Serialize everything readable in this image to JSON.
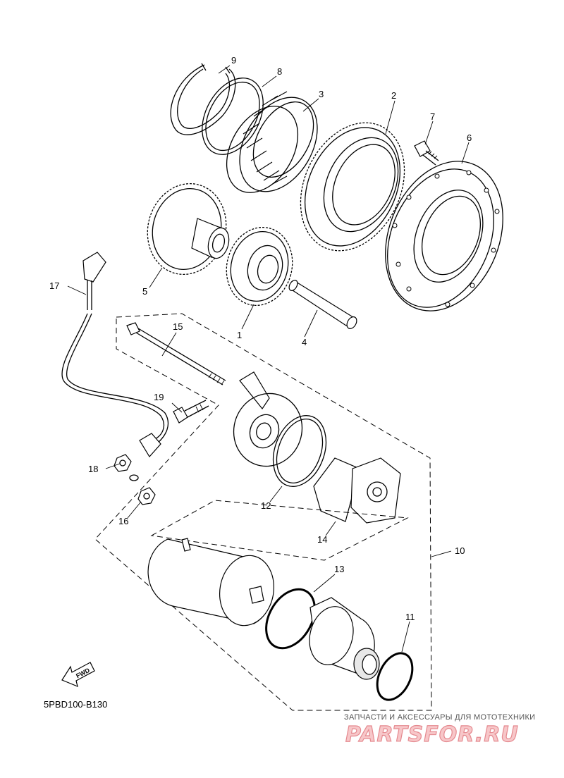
{
  "diagram_code": "5PBD100-B130",
  "fwd_label": "FWD",
  "watermark": {
    "tagline": "ЗАПЧАСТИ И АКСЕССУАРЫ ДЛЯ МОТОТЕХНИКИ",
    "brand": "PARTSFOR.RU"
  },
  "callouts": [
    {
      "id": "1",
      "label": "1"
    },
    {
      "id": "2",
      "label": "2"
    },
    {
      "id": "3",
      "label": "3"
    },
    {
      "id": "4",
      "label": "4"
    },
    {
      "id": "5",
      "label": "5"
    },
    {
      "id": "6",
      "label": "6"
    },
    {
      "id": "7",
      "label": "7"
    },
    {
      "id": "8",
      "label": "8"
    },
    {
      "id": "9",
      "label": "9"
    },
    {
      "id": "10",
      "label": "10"
    },
    {
      "id": "11",
      "label": "11"
    },
    {
      "id": "12",
      "label": "12"
    },
    {
      "id": "13",
      "label": "13"
    },
    {
      "id": "14",
      "label": "14"
    },
    {
      "id": "15",
      "label": "15"
    },
    {
      "id": "16",
      "label": "16"
    },
    {
      "id": "17",
      "label": "17"
    },
    {
      "id": "18",
      "label": "18"
    },
    {
      "id": "19",
      "label": "19"
    }
  ]
}
